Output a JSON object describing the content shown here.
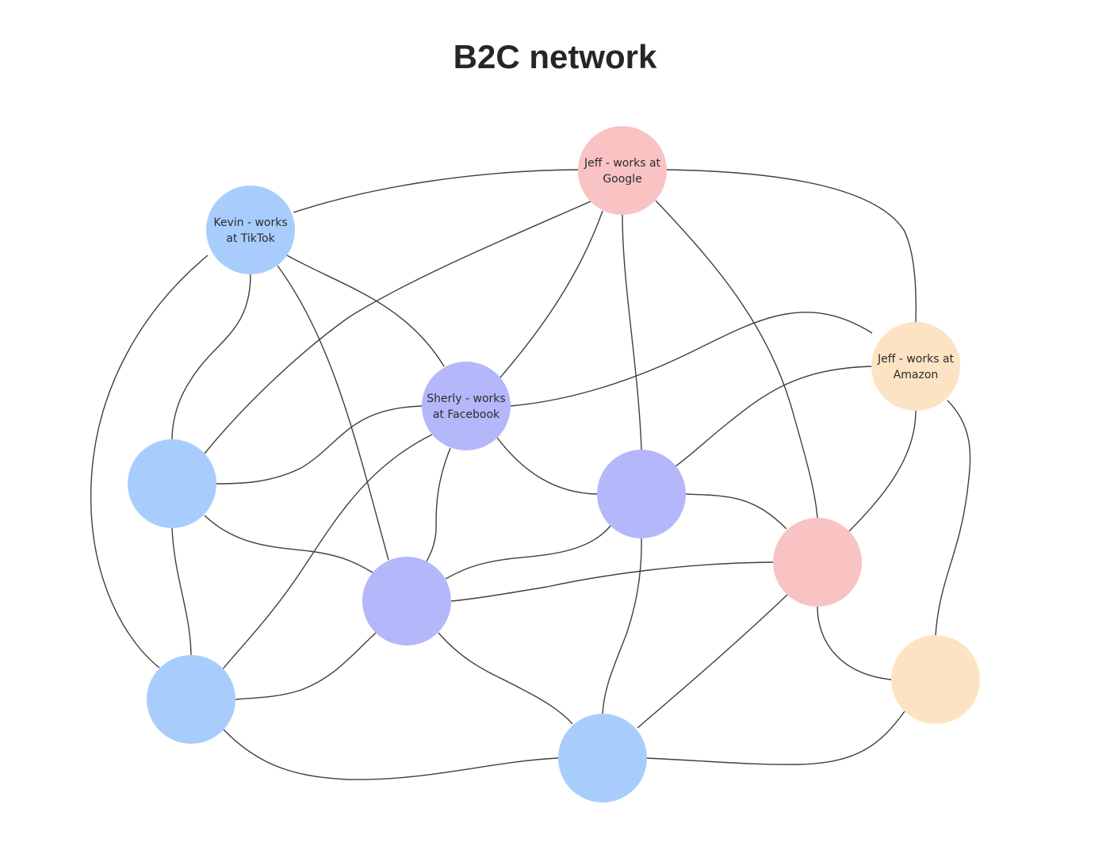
{
  "title": "B2C network",
  "colors": {
    "blue": "#a8cdfc",
    "purple": "#b5b7fb",
    "pink": "#f9c2c3",
    "peach": "#fbe3c4",
    "edge": "#3f3f3f"
  },
  "nodes": [
    {
      "id": "jeff-google",
      "lines": [
        "Jeff - works at",
        "Google"
      ],
      "color": "pink"
    },
    {
      "id": "kevin-tiktok",
      "lines": [
        "Kevin - works",
        "at TikTok"
      ],
      "color": "blue"
    },
    {
      "id": "sherly-facebook",
      "lines": [
        "Sherly - works",
        "at Facebook"
      ],
      "color": "purple"
    },
    {
      "id": "jeff-amazon",
      "lines": [
        "Jeff - works at",
        "Amazon"
      ],
      "color": "peach"
    },
    {
      "id": "blue-left-mid",
      "lines": [],
      "color": "blue"
    },
    {
      "id": "purple-right-mid",
      "lines": [],
      "color": "purple"
    },
    {
      "id": "pink-right",
      "lines": [],
      "color": "pink"
    },
    {
      "id": "purple-center",
      "lines": [],
      "color": "purple"
    },
    {
      "id": "blue-bottom-left",
      "lines": [],
      "color": "blue"
    },
    {
      "id": "blue-bottom-center",
      "lines": [],
      "color": "blue"
    },
    {
      "id": "peach-bottom-right",
      "lines": [],
      "color": "peach"
    }
  ],
  "edges": [
    [
      "kevin-tiktok",
      "jeff-google"
    ],
    [
      "jeff-google",
      "jeff-amazon"
    ],
    [
      "jeff-google",
      "blue-left-mid"
    ],
    [
      "jeff-google",
      "sherly-facebook"
    ],
    [
      "jeff-google",
      "purple-right-mid"
    ],
    [
      "jeff-google",
      "pink-right"
    ],
    [
      "kevin-tiktok",
      "sherly-facebook"
    ],
    [
      "kevin-tiktok",
      "blue-left-mid"
    ],
    [
      "kevin-tiktok",
      "purple-center"
    ],
    [
      "kevin-tiktok",
      "blue-bottom-left"
    ],
    [
      "sherly-facebook",
      "jeff-amazon"
    ],
    [
      "sherly-facebook",
      "blue-left-mid"
    ],
    [
      "sherly-facebook",
      "purple-right-mid"
    ],
    [
      "sherly-facebook",
      "purple-center"
    ],
    [
      "sherly-facebook",
      "blue-bottom-left"
    ],
    [
      "jeff-amazon",
      "purple-right-mid"
    ],
    [
      "jeff-amazon",
      "pink-right"
    ],
    [
      "jeff-amazon",
      "peach-bottom-right"
    ],
    [
      "blue-left-mid",
      "purple-center"
    ],
    [
      "blue-left-mid",
      "blue-bottom-left"
    ],
    [
      "purple-right-mid",
      "purple-center"
    ],
    [
      "purple-right-mid",
      "pink-right"
    ],
    [
      "purple-right-mid",
      "blue-bottom-center"
    ],
    [
      "pink-right",
      "purple-center"
    ],
    [
      "pink-right",
      "peach-bottom-right"
    ],
    [
      "pink-right",
      "blue-bottom-center"
    ],
    [
      "purple-center",
      "blue-bottom-left"
    ],
    [
      "purple-center",
      "blue-bottom-center"
    ],
    [
      "blue-bottom-left",
      "blue-bottom-center"
    ],
    [
      "blue-bottom-center",
      "peach-bottom-right"
    ]
  ]
}
